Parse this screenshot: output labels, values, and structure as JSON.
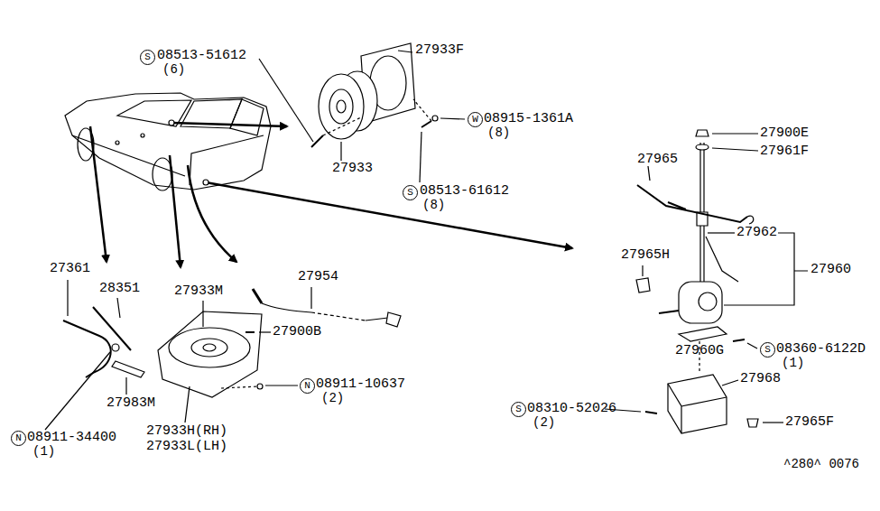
{
  "diagram": {
    "labels": [
      "S",
      "08513-51612",
      "(6)",
      "27933F",
      "27933",
      "W",
      "08915-1361A",
      "(8)",
      "S",
      "08513-61612",
      "(8)",
      "27900E",
      "27961F",
      "27965",
      "27962",
      "27960",
      "27965H",
      "27960G",
      "S",
      "08360-6122D",
      "(1)",
      "27968",
      "27965F",
      "S",
      "08310-52026",
      "(2)",
      "27361",
      "28351",
      "27933M",
      "27954",
      "27900B",
      "N",
      "08911-10637",
      "(2)",
      "27983M",
      "N",
      "08911-34400",
      "(1)",
      "27933H(RH)",
      "27933L(LH)",
      "^280^ 0076"
    ]
  }
}
